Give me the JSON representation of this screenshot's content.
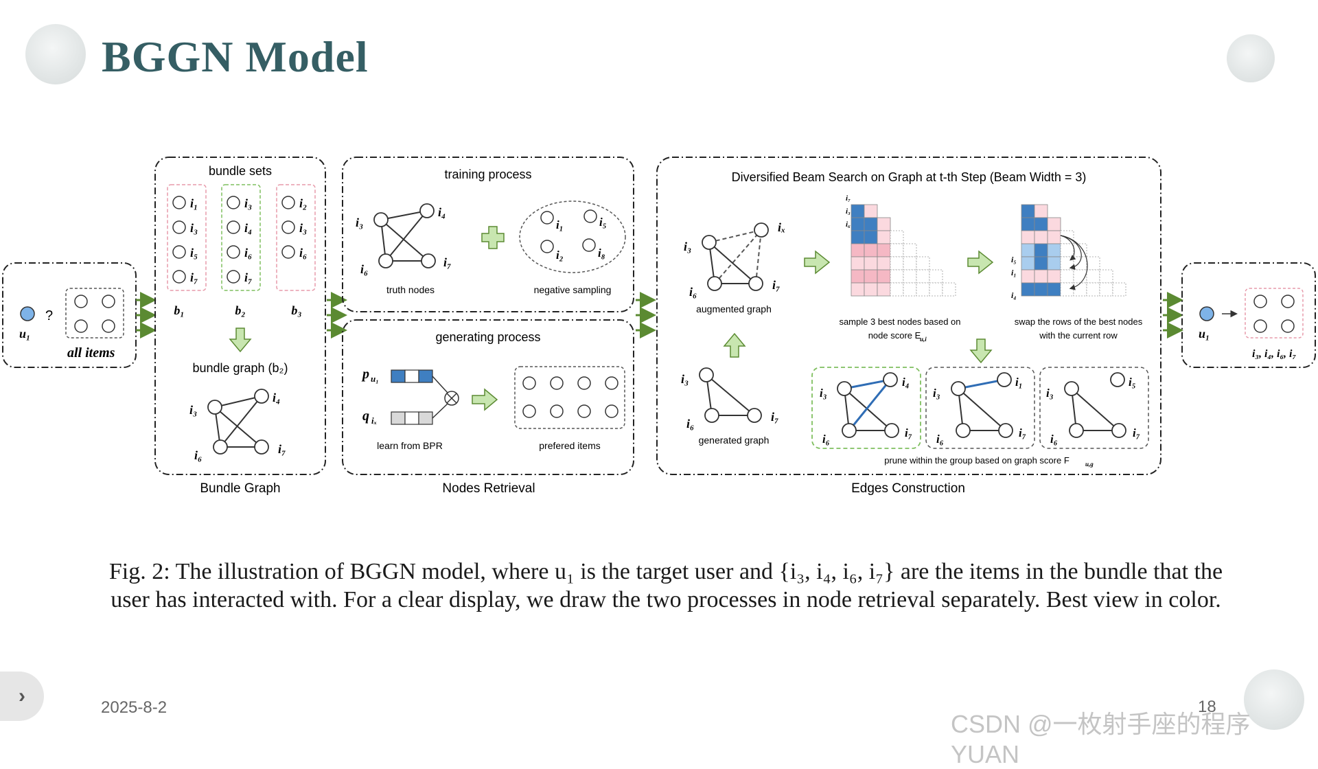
{
  "slide": {
    "title": "BGGN Model",
    "date": "2025-8-2",
    "page_number": "18",
    "watermark": "CSDN @一枚射手座的程序YUAN",
    "nav_icon": "chevron-right-icon"
  },
  "figure": {
    "user_input": {
      "user": "u₁",
      "question": "?",
      "label": "all items"
    },
    "bundle_graph": {
      "panel_label": "Bundle Graph",
      "sets_title": "bundle sets",
      "sets": [
        {
          "name": "b₁",
          "items": [
            "i₁",
            "i₃",
            "i₅",
            "i₇"
          ]
        },
        {
          "name": "b₂",
          "items": [
            "i₃",
            "i₄",
            "i₆",
            "i₇"
          ]
        },
        {
          "name": "b₃",
          "items": [
            "i₂",
            "i₃",
            "i₆"
          ]
        }
      ],
      "graph_title": "bundle graph (b₂)",
      "graph_nodes": [
        "i₃",
        "i₄",
        "i₆",
        "i₇"
      ]
    },
    "nodes_retrieval": {
      "panel_label": "Nodes Retrieval",
      "training": {
        "title": "training process",
        "truth_label": "truth nodes",
        "truth_nodes": [
          "i₃",
          "i₄",
          "i₆",
          "i₇"
        ],
        "negative_label": "negative sampling",
        "negative_nodes": [
          "i₁",
          "i₅",
          "i₂",
          "i₈"
        ]
      },
      "generating": {
        "title": "generating process",
        "p_label": "p",
        "p_sub": "u₁",
        "q_label": "q",
        "q_sub": "iₓ",
        "bpr_label": "learn from BPR",
        "preferred_label": "prefered items"
      }
    },
    "edges_construction": {
      "panel_label": "Edges Construction",
      "title": "Diversified Beam Search on Graph at t-th Step (Beam Width = 3)",
      "augmented_label": "augmented graph",
      "augmented_nodes": [
        "i₃",
        "iₓ",
        "i₆",
        "i₇"
      ],
      "generated_label": "generated graph",
      "generated_nodes": [
        "i₃",
        "i₆",
        "i₇"
      ],
      "matrix1_rows": [
        "i₇",
        "i₃",
        "i₆"
      ],
      "matrix1_caption": [
        "sample 3 best nodes based on",
        "node score E"
      ],
      "matrix1_caption_sub": "u,i",
      "matrix2_rows": [
        "i₅",
        "i₁",
        "i₄"
      ],
      "matrix2_caption": [
        "swap the rows of the best nodes",
        "with the current row"
      ],
      "candidates": [
        {
          "nodes": [
            "i₃",
            "i₄",
            "i₆",
            "i₇"
          ]
        },
        {
          "nodes": [
            "i₃",
            "i₁",
            "i₆",
            "i₇"
          ]
        },
        {
          "nodes": [
            "i₃",
            "i₅",
            "i₆",
            "i₇"
          ]
        }
      ],
      "prune_caption": "prune within the group based on graph score F",
      "prune_sub": "u,g"
    },
    "output": {
      "user": "u₁",
      "result": "i₃, i₄, i₆, i₇"
    },
    "colors": {
      "arrow_green": "#5b8a32",
      "light_green": "#c8e6b0",
      "user_blue": "#7eb3e8",
      "matrix_blue": "#3f7fc1",
      "matrix_lightblue": "#a9cdee",
      "matrix_pink": "#f5b8c4",
      "matrix_lightpink": "#fbd9df",
      "highlight_edge": "#2f6db5",
      "title_teal": "#355e64"
    }
  },
  "caption": {
    "line1": "Fig. 2: The illustration of BGGN model, where u₁ is the target user and {i₃, i₄, i₆, i₇} are the items in the bundle that the",
    "line2": "user has interacted with. For a clear display, we draw the two processes in node retrieval separately. Best view in color."
  }
}
